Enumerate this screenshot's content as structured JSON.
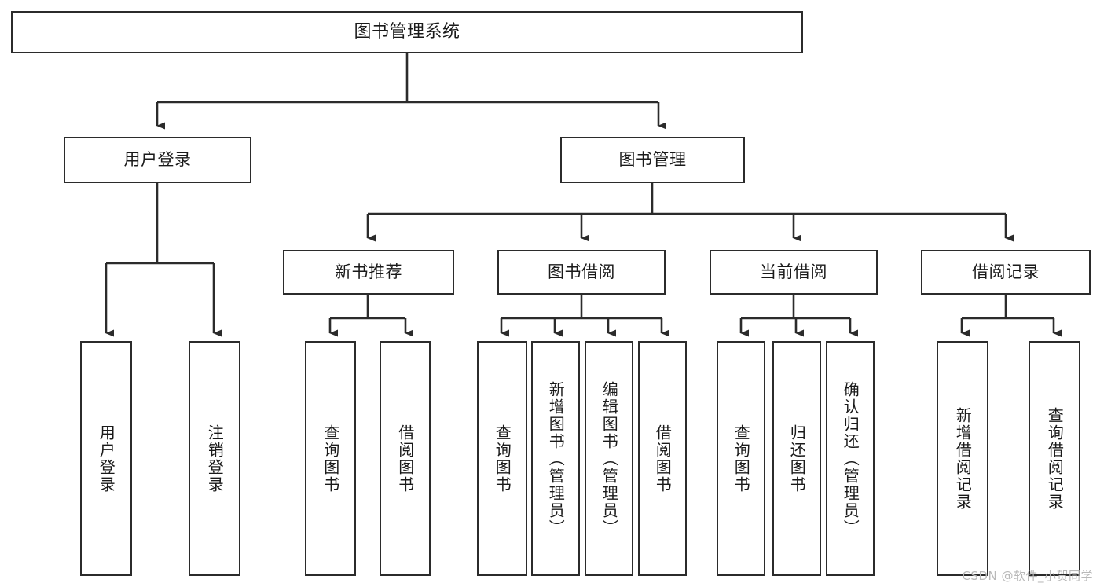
{
  "diagram": {
    "type": "tree",
    "title": "图书管理系统",
    "watermark": "CSDN @软件_小贺同学",
    "colors": {
      "box_border": "#2b2b2b",
      "box_fill": "#ffffff",
      "connector": "#2b2b2b",
      "background": "#ffffff",
      "watermark": "#b9b9b9"
    },
    "nodes": {
      "root": {
        "label": "图书管理系统"
      },
      "level2": [
        {
          "id": "user-login",
          "label": "用户登录"
        },
        {
          "id": "book-manage",
          "label": "图书管理"
        }
      ],
      "level3": [
        {
          "id": "new-book-rec",
          "label": "新书推荐"
        },
        {
          "id": "book-borrow",
          "label": "图书借阅"
        },
        {
          "id": "current-borrow",
          "label": "当前借阅"
        },
        {
          "id": "borrow-record",
          "label": "借阅记录"
        }
      ],
      "leaves": [
        {
          "id": "leaf-user-login",
          "label": "用户登录",
          "parent": "user-login"
        },
        {
          "id": "leaf-user-logout",
          "label": "注销登录",
          "parent": "user-login"
        },
        {
          "id": "leaf-query-book-1",
          "label": "查询图书",
          "parent": "new-book-rec"
        },
        {
          "id": "leaf-borrow-book-1",
          "label": "借阅图书",
          "parent": "new-book-rec"
        },
        {
          "id": "leaf-query-book-2",
          "label": "查询图书",
          "parent": "book-borrow"
        },
        {
          "id": "leaf-add-book",
          "label": "新增图书（管理员）",
          "parent": "book-borrow"
        },
        {
          "id": "leaf-edit-book",
          "label": "编辑图书（管理员）",
          "parent": "book-borrow"
        },
        {
          "id": "leaf-borrow-book-2",
          "label": "借阅图书",
          "parent": "book-borrow"
        },
        {
          "id": "leaf-query-book-3",
          "label": "查询图书",
          "parent": "current-borrow"
        },
        {
          "id": "leaf-return-book",
          "label": "归还图书",
          "parent": "current-borrow"
        },
        {
          "id": "leaf-confirm-return",
          "label": "确认归还（管理员）",
          "parent": "current-borrow"
        },
        {
          "id": "leaf-add-record",
          "label": "新增借阅记录",
          "parent": "borrow-record"
        },
        {
          "id": "leaf-query-record",
          "label": "查询借阅记录",
          "parent": "borrow-record"
        }
      ]
    }
  }
}
